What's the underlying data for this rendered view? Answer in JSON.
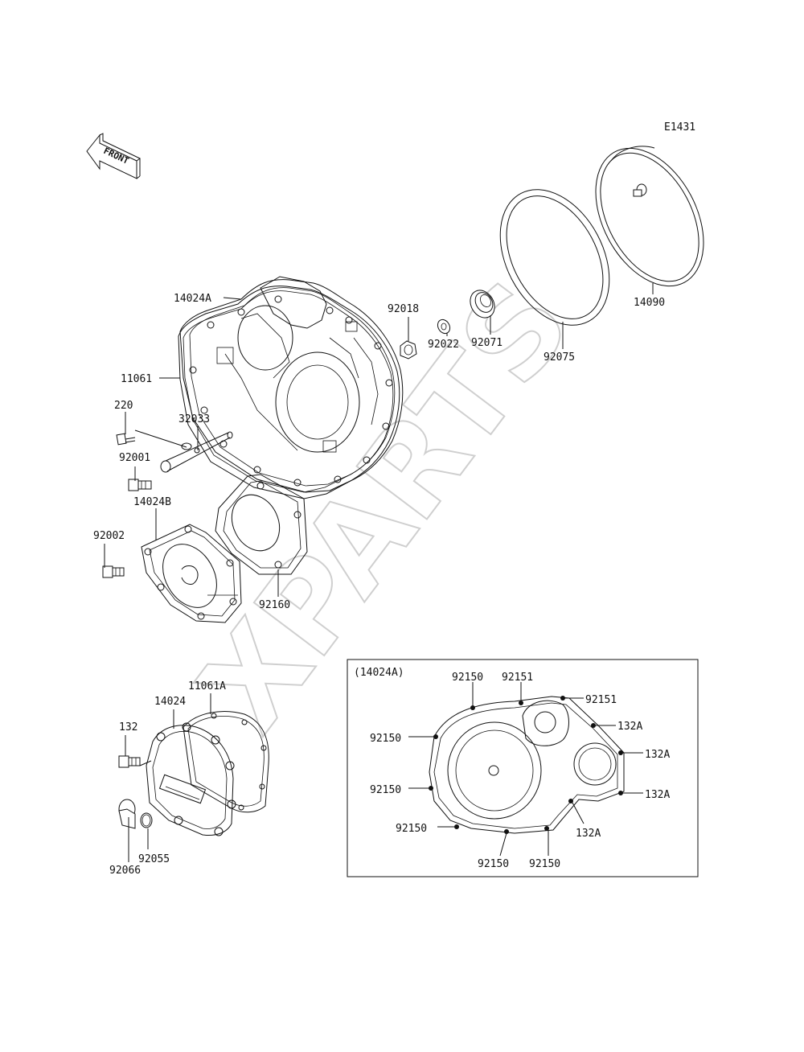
{
  "diagram": {
    "code": "E1431",
    "front_label": "FRONT",
    "watermark": "XPARTS",
    "parts": {
      "p14024A": "14024A",
      "p11061": "11061",
      "p220": "220",
      "p32033": "32033",
      "p92001": "92001",
      "p14024B": "14024B",
      "p92002": "92002",
      "p92160": "92160",
      "p92018": "92018",
      "p92022": "92022",
      "p92071": "92071",
      "p92075": "92075",
      "p14090": "14090",
      "p11061A": "11061A",
      "p14024": "14024",
      "p132": "132",
      "p92055": "92055",
      "p92066": "92066"
    },
    "inset": {
      "title": "(14024A)",
      "labels": {
        "a": "92150",
        "b": "92151",
        "c": "92151",
        "d": "92150",
        "e": "132A",
        "f": "132A",
        "g": "92150",
        "h": "132A",
        "i": "92150",
        "j": "132A",
        "k": "92150",
        "l": "92150"
      }
    }
  }
}
